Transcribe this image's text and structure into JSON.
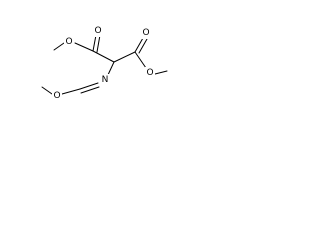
{
  "molecule": {
    "atoms": {
      "o_ester_left": "O",
      "o_carbonyl_left": "O",
      "o_carbonyl_right": "O",
      "o_ester_right": "O",
      "n_imine": "N",
      "o_ether": "O"
    }
  },
  "colors": {
    "bond": "#000000",
    "label": "#000000",
    "background": "#ffffff"
  }
}
